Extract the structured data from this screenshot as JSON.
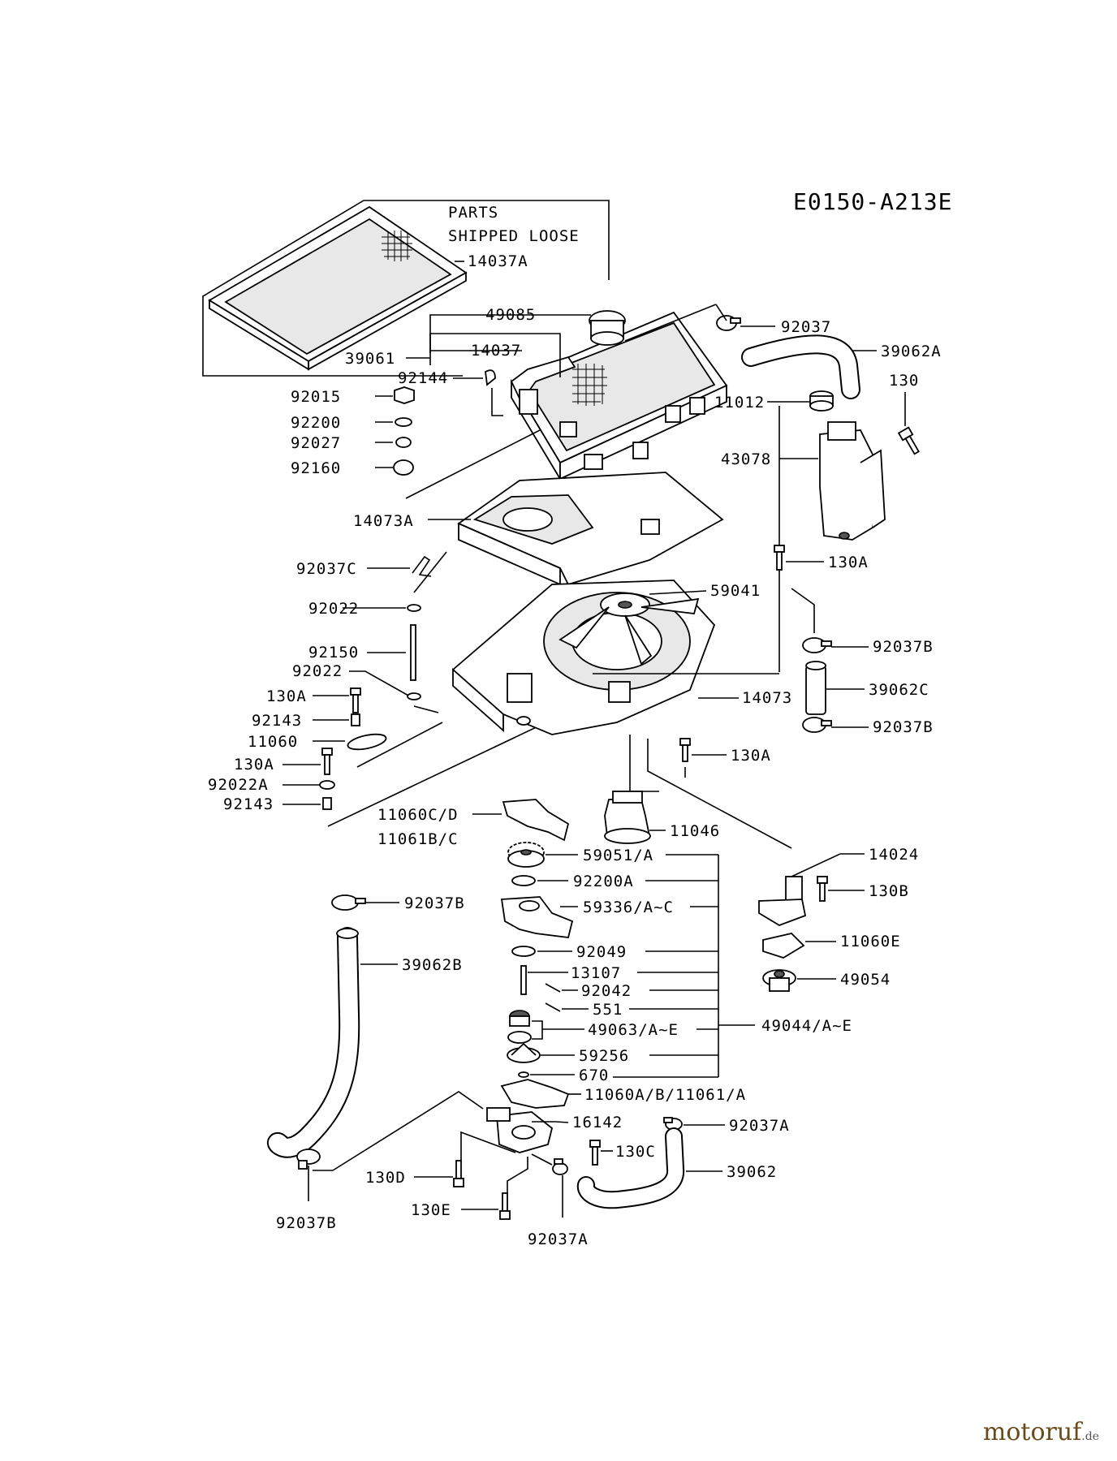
{
  "diagram": {
    "code": "E0150-A213E",
    "note_line1": "PARTS",
    "note_line2": "SHIPPED LOOSE",
    "labels": {
      "p14037A": "14037A",
      "p49085": "49085",
      "p39061": "39061",
      "p14037": "14037",
      "p92144": "92144",
      "p92015": "92015",
      "p92200": "92200",
      "p92027": "92027",
      "p92160": "92160",
      "p14073A": "14073A",
      "p92037C": "92037C",
      "p92022a": "92022",
      "p92150": "92150",
      "p92022b": "92022",
      "p130Aa": "130A",
      "p92143a": "92143",
      "p11060": "11060",
      "p130Ab": "130A",
      "p92022A": "92022A",
      "p92143b": "92143",
      "p92037": "92037",
      "p39062A": "39062A",
      "p130": "130",
      "p11012": "11012",
      "p43078": "43078",
      "p130Ac": "130A",
      "p59041": "59041",
      "p92037Ba": "92037B",
      "p39062C": "39062C",
      "p14073": "14073",
      "p92037Bb": "92037B",
      "p130Ad": "130A",
      "p11060CD": "11060C/D",
      "p11061BC": "11061B/C",
      "p11046": "11046",
      "p59051A": "59051/A",
      "p14024": "14024",
      "p92200A": "92200A",
      "p130B": "130B",
      "p92037Bc": "92037B",
      "p59336": "59336/A~C",
      "p11060E": "11060E",
      "p39062B": "39062B",
      "p92049": "92049",
      "p13107": "13107",
      "p49054": "49054",
      "p92042": "92042",
      "p551": "551",
      "p49063": "49063/A~E",
      "p49044": "49044/A~E",
      "p59256": "59256",
      "p670": "670",
      "p11060A": "11060A/B/11061/A",
      "p16142": "16142",
      "p92037Aa": "92037A",
      "p130C": "130C",
      "p39062": "39062",
      "p130D": "130D",
      "p130E": "130E",
      "p92037Bd": "92037B",
      "p92037Ab": "92037A"
    }
  },
  "watermark": {
    "name": "motoruf",
    "tld": ".de"
  },
  "colors": {
    "line": "#000000",
    "background": "#ffffff",
    "watermark": "#6b4a1a"
  }
}
